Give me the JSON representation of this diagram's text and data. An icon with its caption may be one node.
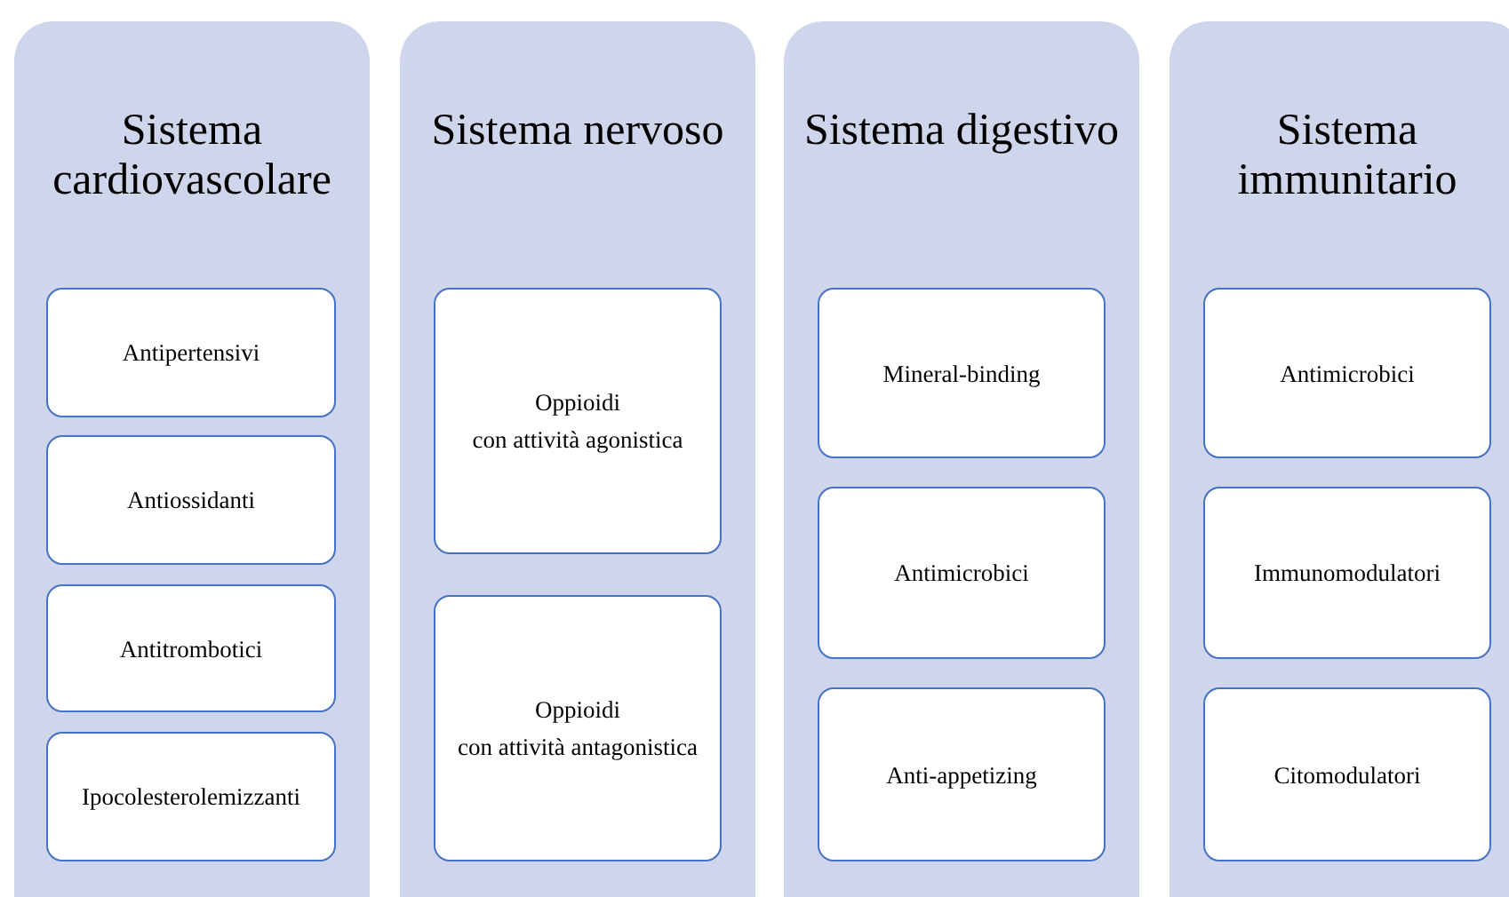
{
  "diagram": {
    "nodes": [
      {
        "text": [
          "Sistema cardiovascolare"
        ]
      },
      {
        "text": [
          "Antipertensivi"
        ],
        "in": 0
      },
      {
        "text": [
          "Antiossidanti"
        ],
        "in": 0
      },
      {
        "text": [
          "Antitrombotici"
        ],
        "in": 0
      },
      {
        "text": [
          "Ipocolesterolemizzanti"
        ],
        "in": 0
      },
      {
        "text": [
          "Sistema nervoso"
        ]
      },
      {
        "text": [
          "Oppioidi",
          "con attività agonistica"
        ],
        "in": 5
      },
      {
        "text": [
          "Oppioidi",
          "con attività antagonistica"
        ],
        "in": 5
      },
      {
        "text": [
          "Sistema digestivo"
        ]
      },
      {
        "text": [
          "Mineral-binding"
        ],
        "in": 8
      },
      {
        "text": [
          "Antimicrobici"
        ],
        "in": 8
      },
      {
        "text": [
          "Anti-appetizing"
        ],
        "in": 8
      },
      {
        "text": [
          "Sistema immunitario"
        ]
      },
      {
        "text": [
          "Antimicrobici"
        ],
        "in": 12
      },
      {
        "text": [
          "Immunomodulatori"
        ],
        "in": 12
      },
      {
        "text": [
          "Citomodulatori"
        ],
        "in": 12
      }
    ]
  }
}
